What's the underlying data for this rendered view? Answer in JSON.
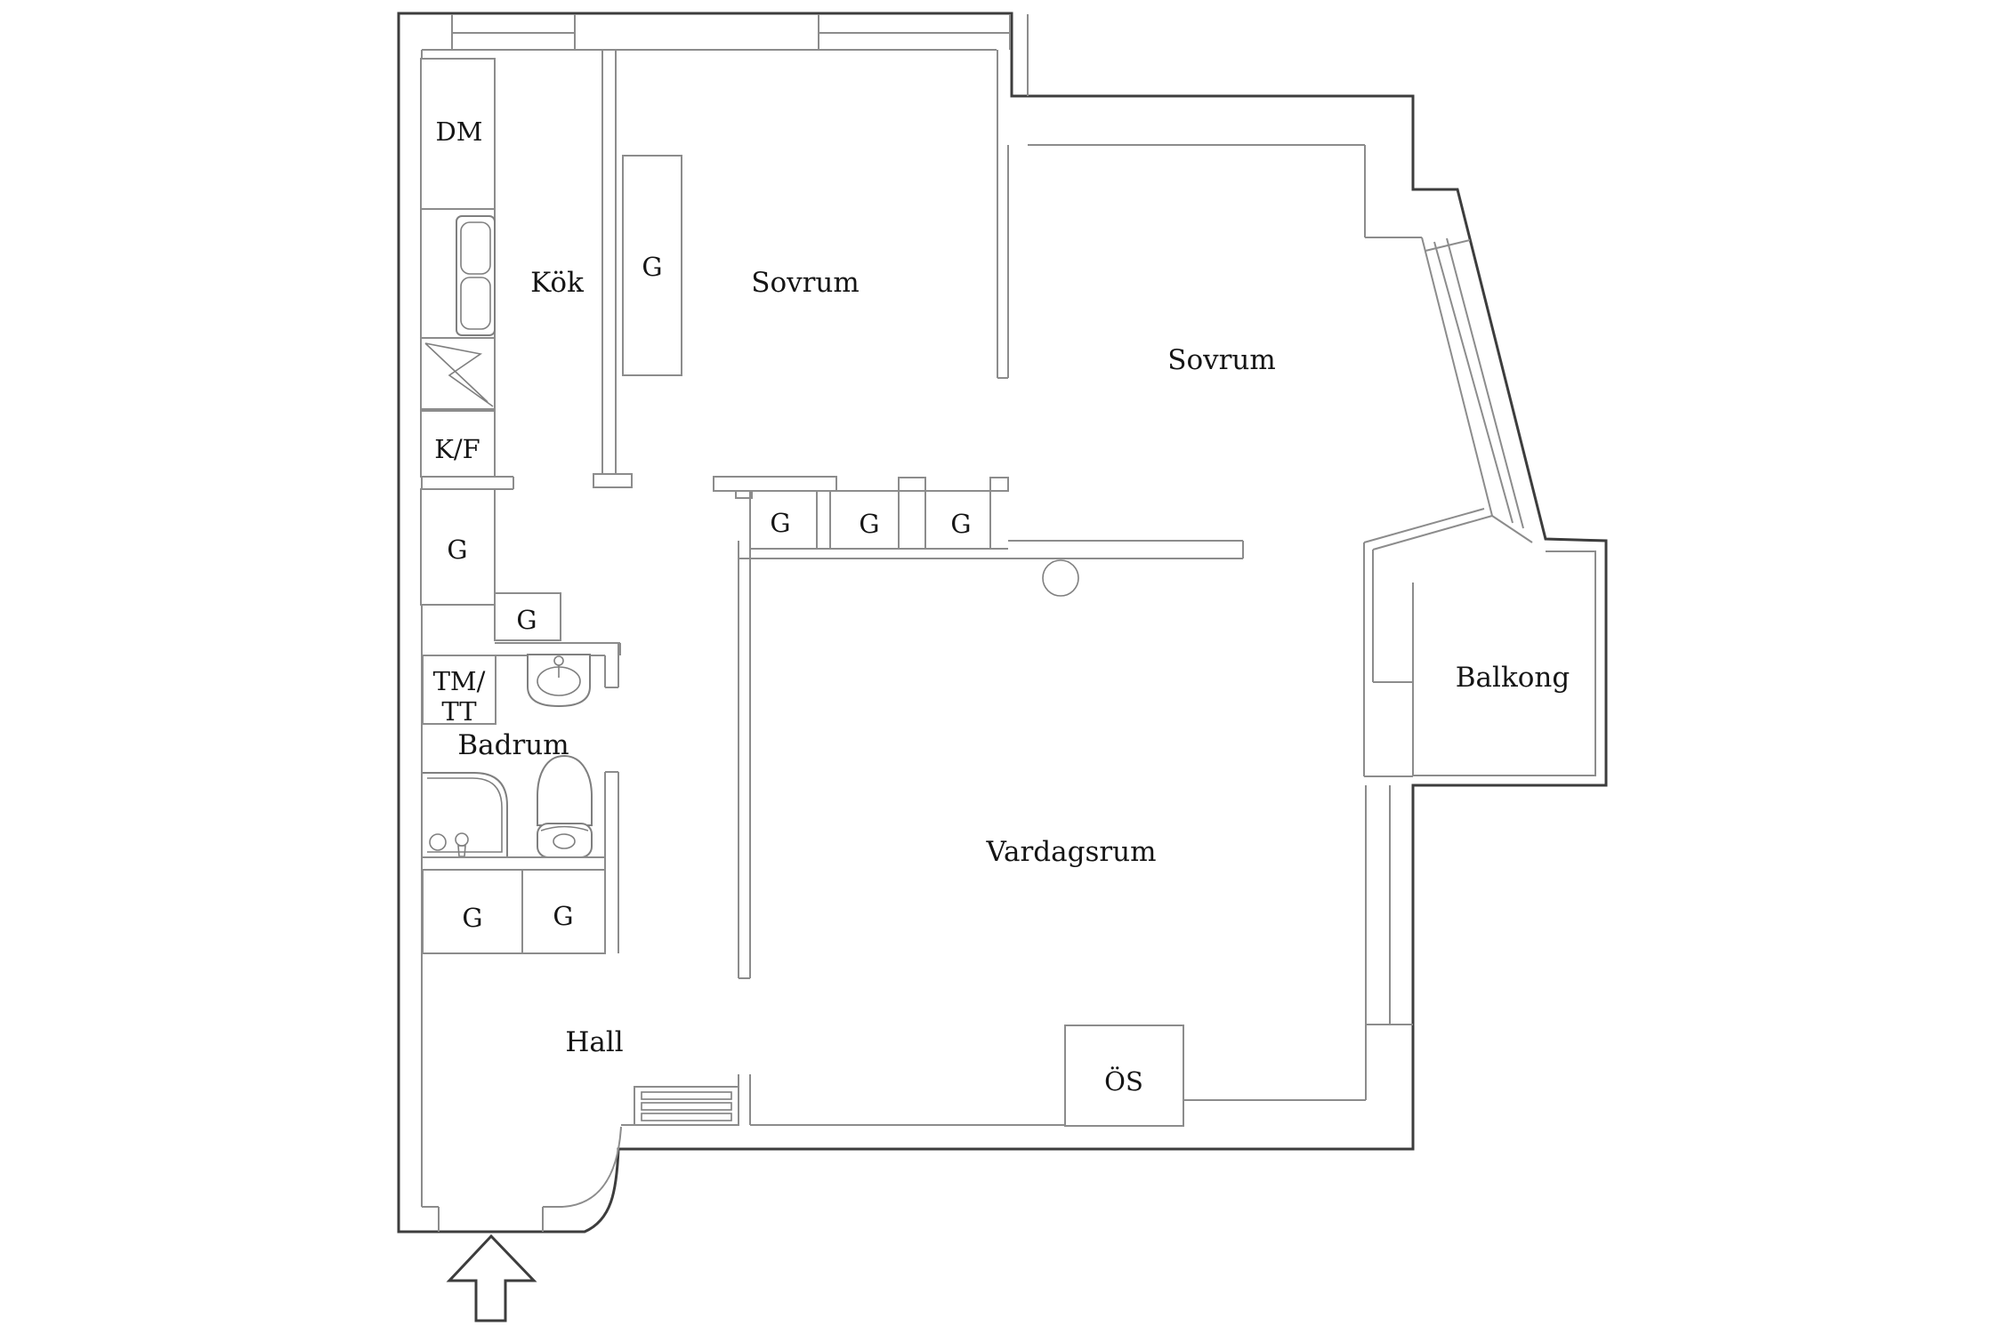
{
  "title": "apartment-floor-plan",
  "palette": {
    "bg": "#ffffff",
    "outer_wall": "#3d3d3d",
    "inner_wall": "#8c8c8c",
    "fixture": "#7f7f7f",
    "ink": "#151515"
  },
  "rooms": {
    "kok": "Kök",
    "sovrum1": "Sovrum",
    "sovrum2": "Sovrum",
    "badrum": "Badrum",
    "hall": "Hall",
    "vardagsrum": "Vardagsrum",
    "balkong": "Balkong"
  },
  "appliances": {
    "dm": "DM",
    "kf": "K/F",
    "tmtt_line1": "TM/",
    "tmtt_line2": "TT",
    "os": "ÖS"
  },
  "closets": {
    "g_sovrum1": "G",
    "g_kitchen_tall": "G",
    "g_kitchen_small": "G",
    "g_bath_left": "G",
    "g_bath_right": "G",
    "g_row_1": "G",
    "g_row_2": "G",
    "g_row_3": "G"
  }
}
